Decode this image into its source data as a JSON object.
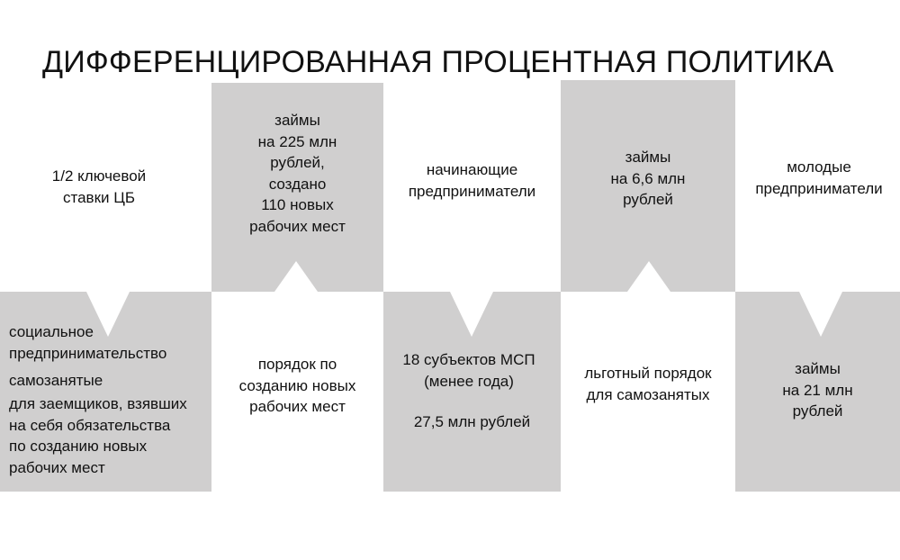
{
  "title": "ДИФФЕРЕНЦИРОВАННАЯ ПРОЦЕНТНАЯ ПОЛИТИКА",
  "columns": [
    {
      "top": "1/2 ключевой\nставки ЦБ",
      "bottom_lines": [
        "социальное\nпредпринимательство",
        "самозанятые",
        "для заемщиков, взявших\nна себя обязательства\nпо созданию новых\nрабочих мест"
      ]
    },
    {
      "top": "займы\nна 225 млн\nрублей,\nсоздано\n110 новых\nрабочих мест",
      "bottom": "порядок по\nсозданию новых\nрабочих мест"
    },
    {
      "top": "начинающие\nпредприниматели",
      "bottom_lines": [
        "18 субъектов МСП\n(менее года)",
        "27,5 млн рублей"
      ]
    },
    {
      "top": "займы\nна 6,6 млн\nрублей",
      "bottom": "льготный порядок\nдля самозанятых"
    },
    {
      "top": "молодые\nпредприниматели",
      "bottom": "займы\nна 21 млн\nрублей"
    }
  ]
}
